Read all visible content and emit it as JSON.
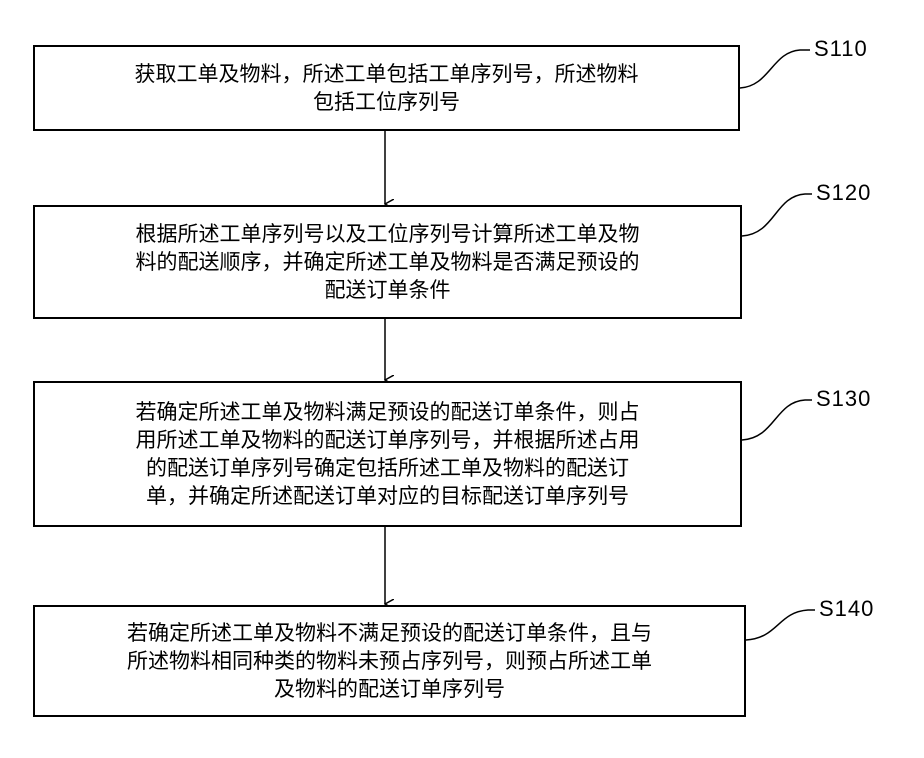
{
  "steps": [
    {
      "id": "S110",
      "lines": [
        "获取工单及物料，所述工单包括工单序列号，所述物料",
        "包括工位序列号"
      ]
    },
    {
      "id": "S120",
      "lines": [
        "根据所述工单序列号以及工位序列号计算所述工单及物",
        "料的配送顺序，并确定所述工单及物料是否满足预设的",
        "配送订单条件"
      ]
    },
    {
      "id": "S130",
      "lines": [
        "若确定所述工单及物料满足预设的配送订单条件，则占",
        "用所述工单及物料的配送订单序列号，并根据所述占用",
        "的配送订单序列号确定包括所述工单及物料的配送订",
        "单，并确定所述配送订单对应的目标配送订单序列号"
      ]
    },
    {
      "id": "S140",
      "lines": [
        "若确定所述工单及物料不满足预设的配送订单条件，且与",
        "所述物料相同种类的物料未预占序列号，则预占所述工单",
        "及物料的配送订单序列号"
      ]
    }
  ]
}
